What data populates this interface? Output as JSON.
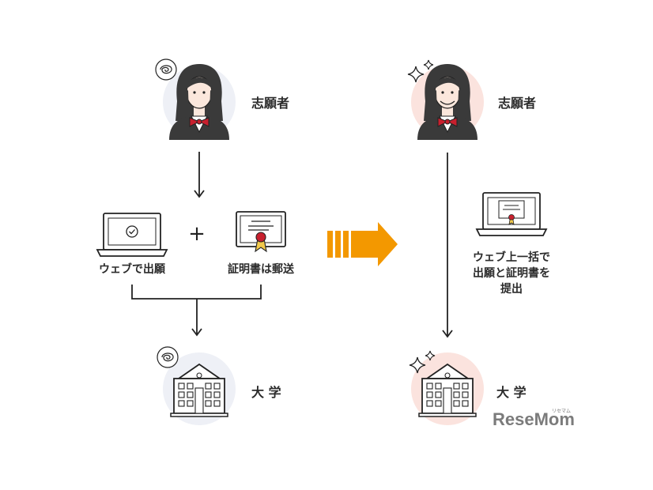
{
  "left": {
    "applicant_label": "志願者",
    "web_apply_label": "ウェブで出願",
    "certificate_mail_label": "証明書は郵送",
    "university_label": "大 学",
    "plus_symbol": "+"
  },
  "right": {
    "applicant_label": "志願者",
    "bulk_line1": "ウェブ上一括で",
    "bulk_line2": "出願と証明書を",
    "bulk_line3": "提出",
    "university_label": "大 学"
  },
  "logo": {
    "text": "ReseMom",
    "ruby": "リセマム"
  },
  "colors": {
    "left_circle": "#eef0f6",
    "right_circle": "#fbe3de",
    "arrow_orange": "#f39800",
    "line": "#222222",
    "ribbon_red": "#c8202e",
    "logo_gray": "#7b7b7b"
  },
  "icons": {
    "confused_face": "scribble-icon",
    "sparkle": "sparkle-icon",
    "laptop": "laptop-icon",
    "certificate": "certificate-icon",
    "university": "university-building-icon"
  }
}
